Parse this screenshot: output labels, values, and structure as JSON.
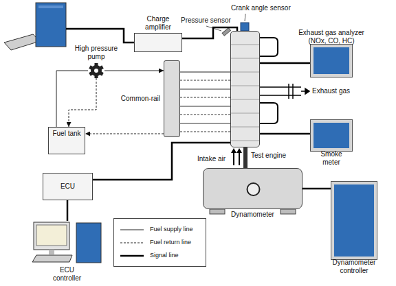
{
  "diagram": {
    "nodes": [
      {
        "text": [
          "Charge amplifier"
        ]
      },
      {
        "text": [
          "Exhaust gas analyzer (NOx, CO, HC)"
        ]
      },
      {
        "text": [
          "High pressure pump"
        ]
      },
      {
        "text": [
          "Common-rail"
        ]
      },
      {
        "text": [
          "Test engine"
        ]
      },
      {
        "text": [
          "Smoke meter"
        ]
      },
      {
        "text": [
          "Fuel tank"
        ]
      },
      {
        "text": [
          "ECU"
        ]
      },
      {
        "text": [
          "Dynamometer"
        ]
      },
      {
        "text": [
          "ECU controller"
        ]
      },
      {
        "text": [
          "Dynamometer controller"
        ]
      }
    ],
    "edges": [
      {
        "from": 0,
        "to": 4,
        "arrow": "none"
      },
      {
        "from": 6,
        "to": 2,
        "arrow": "none"
      },
      {
        "from": 2,
        "to": 3,
        "arrow": "to"
      },
      {
        "from": 3,
        "to": 4,
        "arrow": "none"
      },
      {
        "from": 2,
        "to": 6,
        "arrow": "to"
      },
      {
        "from": 3,
        "to": 6,
        "arrow": "to"
      },
      {
        "from": 4,
        "to": 1,
        "arrow": "none"
      },
      {
        "from": 4,
        "to": 5,
        "arrow": "none"
      },
      {
        "from": 7,
        "to": 4,
        "arrow": "none"
      },
      {
        "from": 7,
        "to": 9,
        "arrow": "none"
      },
      {
        "from": 4,
        "to": 8,
        "arrow": "none"
      },
      {
        "from": 8,
        "to": 10,
        "arrow": "none"
      }
    ],
    "labels": [
      "Crank angle sensor",
      "Pressure sensor",
      "Exhaust gas",
      "Intake air"
    ],
    "legend": [
      {
        "text": "Fuel supply line"
      },
      {
        "text": "Fuel return line"
      },
      {
        "text": "Signal line"
      }
    ]
  }
}
